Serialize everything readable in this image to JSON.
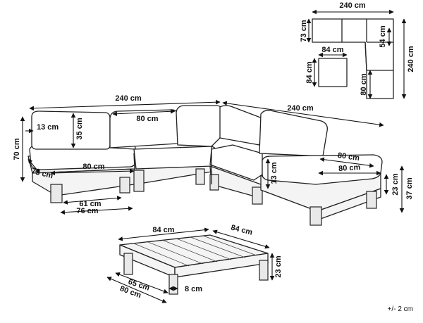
{
  "labels": {
    "plan_top_width": "240 cm",
    "plan_left_depth": "73 cm",
    "plan_right_height": "240 cm",
    "plan_inner_depth": "54 cm",
    "plan_chaise_depth": "80 cm",
    "plan_ottoman_width": "84 cm",
    "plan_ottoman_depth": "84 cm",
    "sofa_left_width": "240 cm",
    "sofa_right_width": "240 cm",
    "back_thickness": "13 cm",
    "back_height": "35 cm",
    "overall_height": "70 cm",
    "seat_depth": "73 cm",
    "seat_width": "80 cm",
    "back_cushion_width": "80 cm",
    "chaise_back_width": "80 cm",
    "chaise_seat_width": "80 cm",
    "seat_cushion_height": "13 cm",
    "frame_height": "23 cm",
    "seat_height": "37 cm",
    "leg_span_inner": "61 cm",
    "leg_span_outer": "76 cm",
    "table_width": "84 cm",
    "table_depth": "84 cm",
    "table_height": "23 cm",
    "table_leg_span": "65 cm",
    "table_outer": "80 cm",
    "table_leg": "8 cm",
    "tolerance": "+/- 2 cm"
  }
}
